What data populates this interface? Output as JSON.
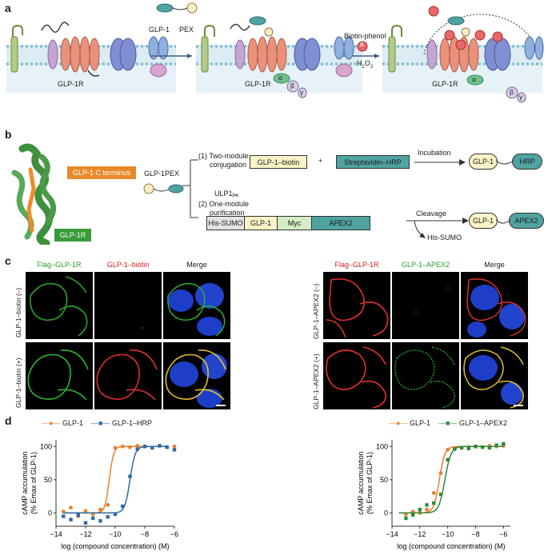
{
  "panels": {
    "a": "a",
    "b": "b",
    "c": "c",
    "d": "d"
  },
  "panel_a": {
    "receptor_label": "GLP-1R",
    "ligand_labels": [
      "GLP-1",
      "PEX"
    ],
    "step2_reagents": [
      "Biotin-phenol",
      "H2O2"
    ],
    "biotin_symbol": "B",
    "g_protein": [
      "α",
      "β",
      "γ"
    ],
    "colors": {
      "membrane": "#bfe0ec",
      "receptor": "#e8927c",
      "peptide": "#4fa3a0"
    }
  },
  "panel_b": {
    "structure_labels": {
      "c_terminus": "GLP-1 C terminus",
      "receptor": "GLP-1R"
    },
    "ligand_labels": [
      "GLP-1",
      "PEX"
    ],
    "route1": {
      "title": [
        "(1) Two-module",
        "conjugation"
      ],
      "left_box": "GLP-1–biotin",
      "plus": "+",
      "right_box": "Streptavidin–HRP",
      "arrow_label": "Incubation",
      "product": [
        "GLP-1",
        "HRP"
      ]
    },
    "route2": {
      "title": [
        "(2) One-module",
        "purification"
      ],
      "protease": "ULP1",
      "segments": [
        "His-SUMO",
        "GLP-1",
        "Myc",
        "APEX2"
      ],
      "arrow_label": "Cleavage",
      "byproduct": "His-SUMO",
      "product": [
        "GLP-1",
        "APEX2"
      ]
    }
  },
  "panel_c": {
    "left": {
      "columns": [
        "Flag–GLP-1R",
        "GLP-1–biotin",
        "Merge"
      ],
      "column_colors": [
        "#2a9d2a",
        "#d62020",
        "#1a1a1a"
      ],
      "rows": [
        "GLP-1–biotin (–)",
        "GLP-1–biotin (+)"
      ]
    },
    "right": {
      "columns": [
        "Flag–GLP-1R",
        "GLP-1–APEX2",
        "Merge"
      ],
      "column_colors": [
        "#d62020",
        "#2a9d2a",
        "#1a1a1a"
      ],
      "rows": [
        "GLP-1–APEX2 (–)",
        "GLP-1–APEX2 (+)"
      ]
    }
  },
  "chart_data": [
    {
      "type": "scatter",
      "title": "",
      "ylabel_lines": [
        "cAMP accumulation",
        "(% Emax of GLP-1)"
      ],
      "xlabel": "log (compound concentration) (M)",
      "xlim": [
        -14,
        -6
      ],
      "ylim": [
        -20,
        110
      ],
      "xticks": [
        -14,
        -12,
        -10,
        -8,
        -6
      ],
      "yticks": [
        0,
        50,
        100
      ],
      "series": [
        {
          "name": "GLP-1",
          "color": "#ef7d2d",
          "marker": "circle",
          "ec50": -10.4,
          "hill": 3,
          "x": [
            -13.5,
            -13,
            -12.5,
            -12,
            -11.5,
            -11,
            -10.5,
            -10,
            -9.5,
            -9,
            -8.5,
            -8,
            -7.5,
            -7,
            -6.5,
            -6
          ],
          "y": [
            2,
            8,
            -5,
            3,
            -2,
            5,
            12,
            98,
            100,
            99,
            101,
            100,
            98,
            101,
            99,
            100
          ]
        },
        {
          "name": "GLP-1–HRP",
          "color": "#2e6aa8",
          "marker": "square",
          "ec50": -9.0,
          "hill": 2.5,
          "x": [
            -13.5,
            -13,
            -12.5,
            -12,
            -11.5,
            -11,
            -10.5,
            -10,
            -9.5,
            -9,
            -8.5,
            -8,
            -7.5,
            -7,
            -6.5,
            -6
          ],
          "y": [
            -5,
            -10,
            -3,
            -15,
            -8,
            -12,
            -6,
            -2,
            10,
            55,
            96,
            100,
            98,
            101,
            99,
            95
          ]
        }
      ]
    },
    {
      "type": "scatter",
      "title": "",
      "ylabel_lines": [
        "cAMP accumulation",
        "(% Emax of GLP-1)"
      ],
      "xlabel": "log (compound concentration) (M)",
      "xlim": [
        -14,
        -5.5
      ],
      "ylim": [
        -20,
        110
      ],
      "xticks": [
        -14,
        -12,
        -10,
        -8,
        -6
      ],
      "yticks": [
        0,
        50,
        100
      ],
      "series": [
        {
          "name": "GLP-1",
          "color": "#ef7d2d",
          "marker": "circle",
          "ec50": -10.6,
          "hill": 2.2,
          "x": [
            -13,
            -12.5,
            -12,
            -11.5,
            -11,
            -10.5,
            -10,
            -9.5,
            -9,
            -8.5,
            -8,
            -7.5,
            -7,
            -6.5,
            -6
          ],
          "y": [
            -2,
            2,
            0,
            5,
            30,
            60,
            95,
            97,
            98,
            99,
            100,
            99,
            101,
            100,
            101
          ]
        },
        {
          "name": "GLP-1–APEX2",
          "color": "#2e8a3a",
          "marker": "square",
          "ec50": -10.2,
          "hill": 2,
          "x": [
            -13,
            -12.5,
            -12,
            -11.5,
            -11,
            -10.5,
            -10,
            -9.5,
            -9,
            -8.5,
            -8,
            -7.5,
            -7,
            -6.5,
            -6
          ],
          "y": [
            -8,
            -3,
            5,
            12,
            15,
            28,
            80,
            96,
            98,
            97,
            100,
            99,
            98,
            102,
            104
          ]
        }
      ]
    }
  ]
}
